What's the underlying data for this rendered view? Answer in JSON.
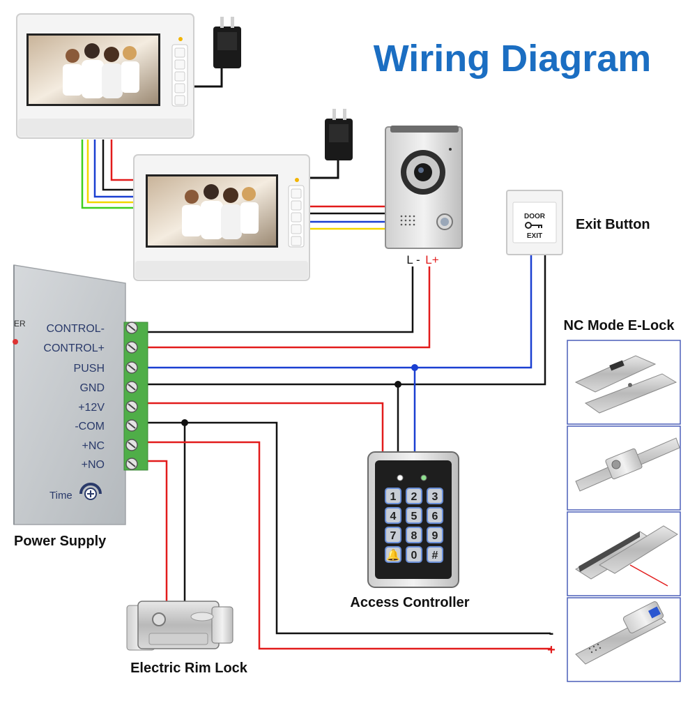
{
  "title": "Wiring Diagram",
  "labels": {
    "exit_button": "Exit Button",
    "nc_mode_elock": "NC Mode E-Lock",
    "power_supply": "Power Supply",
    "access_controller": "Access Controller",
    "electric_rim_lock": "Electric Rim Lock",
    "l_minus": "L -",
    "l_plus": "L+",
    "minus": "-",
    "plus": "+",
    "time": "Time",
    "er": "ER"
  },
  "terminals": [
    "CONTROL-",
    "CONTROL+",
    "PUSH",
    "GND",
    "+12V",
    "-COM",
    "+NC",
    "+NO"
  ],
  "exit_button_face": {
    "top": "DOOR",
    "bottom": "EXIT"
  },
  "keypad_keys": [
    "1",
    "2",
    "3",
    "4",
    "5",
    "6",
    "7",
    "8",
    "9",
    "🔔",
    "0",
    "#"
  ],
  "colors": {
    "title": "#1b6ec2",
    "wire_red": "#e21b1b",
    "wire_black": "#111111",
    "wire_blue": "#1a3fd1",
    "wire_yellow": "#f2d600",
    "wire_green": "#3ecf1e",
    "terminal_green": "#4fae48"
  }
}
